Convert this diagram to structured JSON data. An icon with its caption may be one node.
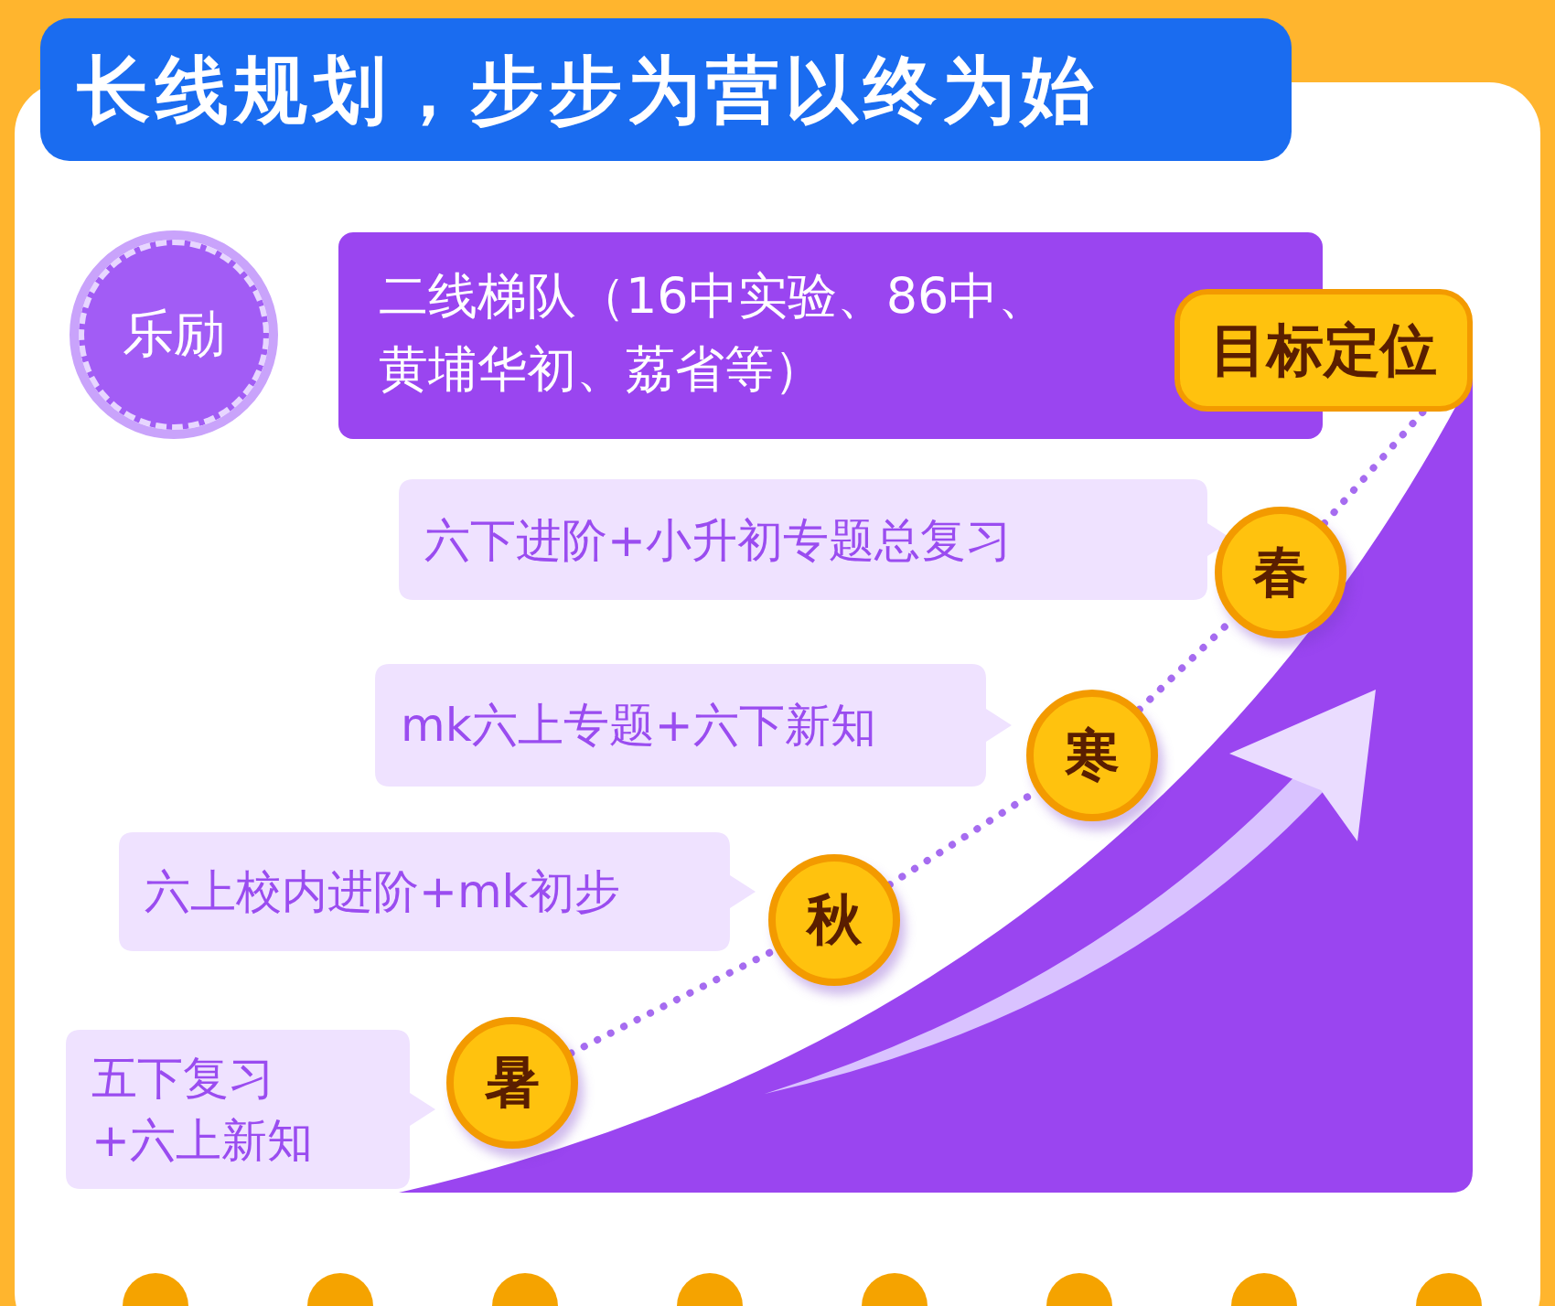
{
  "diagram": {
    "title": "长线规划，步步为营以终为始",
    "nodes": [
      {
        "text": [
          "乐励"
        ]
      },
      {
        "text": [
          "二线梯队（16中实验、86中、黄埔华初、荔省等）"
        ]
      },
      {
        "text": [
          "目标定位"
        ]
      },
      {
        "text": [
          "六下进阶+小升初专题总复习"
        ]
      },
      {
        "text": [
          "春"
        ]
      },
      {
        "text": [
          "mk六上专题+六下新知"
        ]
      },
      {
        "text": [
          "寒"
        ]
      },
      {
        "text": [
          "六上校内进阶+mk初步"
        ]
      },
      {
        "text": [
          "秋"
        ]
      },
      {
        "text": [
          "五下复习 +六上新知"
        ]
      },
      {
        "text": [
          "暑"
        ]
      }
    ],
    "edges": [
      {
        "from": 10,
        "to": 8,
        "arrow": "none",
        "style": "dashed"
      },
      {
        "from": 8,
        "to": 6,
        "arrow": "none",
        "style": "dashed"
      },
      {
        "from": 6,
        "to": 4,
        "arrow": "none",
        "style": "dashed"
      },
      {
        "from": 4,
        "to": 2,
        "arrow": "none",
        "style": "dashed"
      }
    ]
  }
}
